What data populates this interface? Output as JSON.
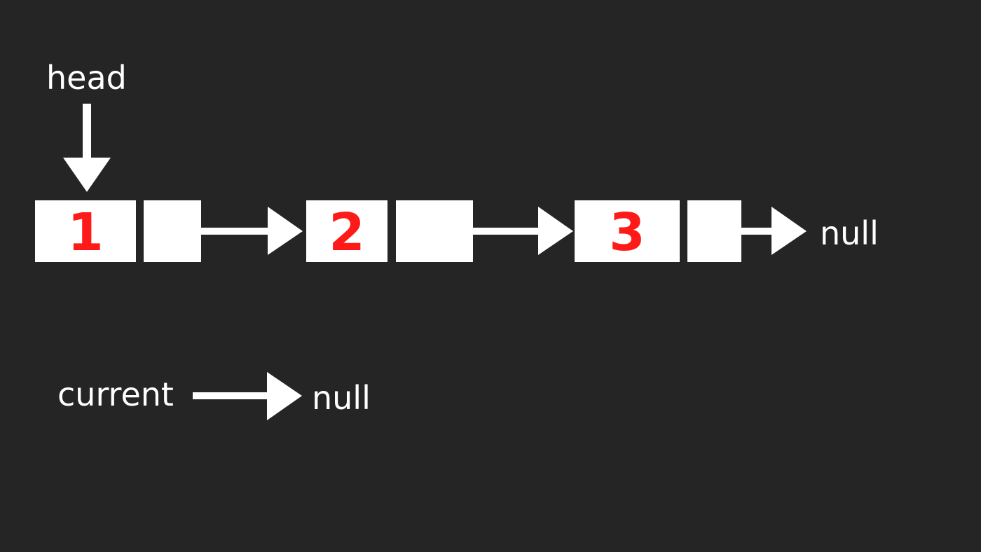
{
  "pointers": {
    "head": "head",
    "current": "current",
    "current_target": "null"
  },
  "list": {
    "nodes": [
      {
        "value": "1"
      },
      {
        "value": "2"
      },
      {
        "value": "3"
      }
    ],
    "tail_target": "null"
  },
  "colors": {
    "background": "#252525",
    "foreground": "#ffffff",
    "node_value": "#ff1a1a"
  }
}
